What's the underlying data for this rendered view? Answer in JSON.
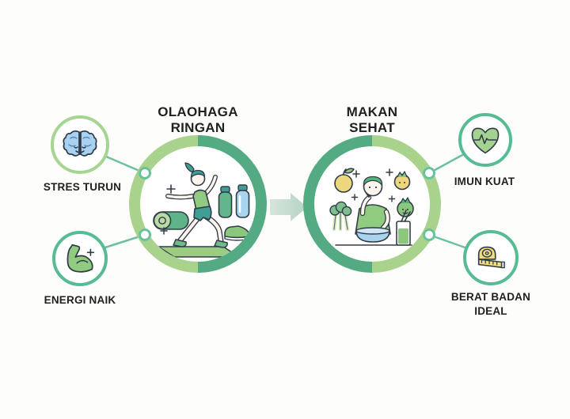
{
  "colors": {
    "bg": "#fdfdfb",
    "ring_light": "#a9d28d",
    "ring_teal": "#54ab83",
    "satellite_border_light": "#a5d593",
    "satellite_border_teal": "#57bb94",
    "connector": "#6cc19d",
    "arrow_light": "#d7e5dc",
    "arrow_dark": "#b5d3c5",
    "text": "#212121",
    "outline": "#323c48",
    "brain_blue": "#a9d2f2",
    "icon_green": "#90cb80",
    "heart_green": "#a4d391",
    "tape_yellow": "#f2dc82",
    "teal_accent": "#3f9f95",
    "bottle_blue": "#a8d4ee",
    "mat_green": "#9ccb82"
  },
  "flow": {
    "left_node": {
      "title_line1": "OLAOHAGA",
      "title_line2": "RINGAN",
      "illustration": "woman-doing-light-exercise"
    },
    "right_node": {
      "title_line1": "MAKAN",
      "title_line2": "SEHAT",
      "illustration": "man-eating-healthy-food"
    },
    "arrow_icon": "arrow-right"
  },
  "benefits": [
    {
      "label": "STRES TURUN",
      "icon": "brain-icon",
      "position": "top-left"
    },
    {
      "label": "ENERGI NAIK",
      "icon": "bicep-icon",
      "position": "bottom-left"
    },
    {
      "label": "IMUN KUAT",
      "icon": "heart-pulse-icon",
      "position": "top-right"
    },
    {
      "label_line1": "BERAT BADAN",
      "label_line2": "IDEAL",
      "icon": "measuring-tape-icon",
      "position": "bottom-right"
    }
  ]
}
